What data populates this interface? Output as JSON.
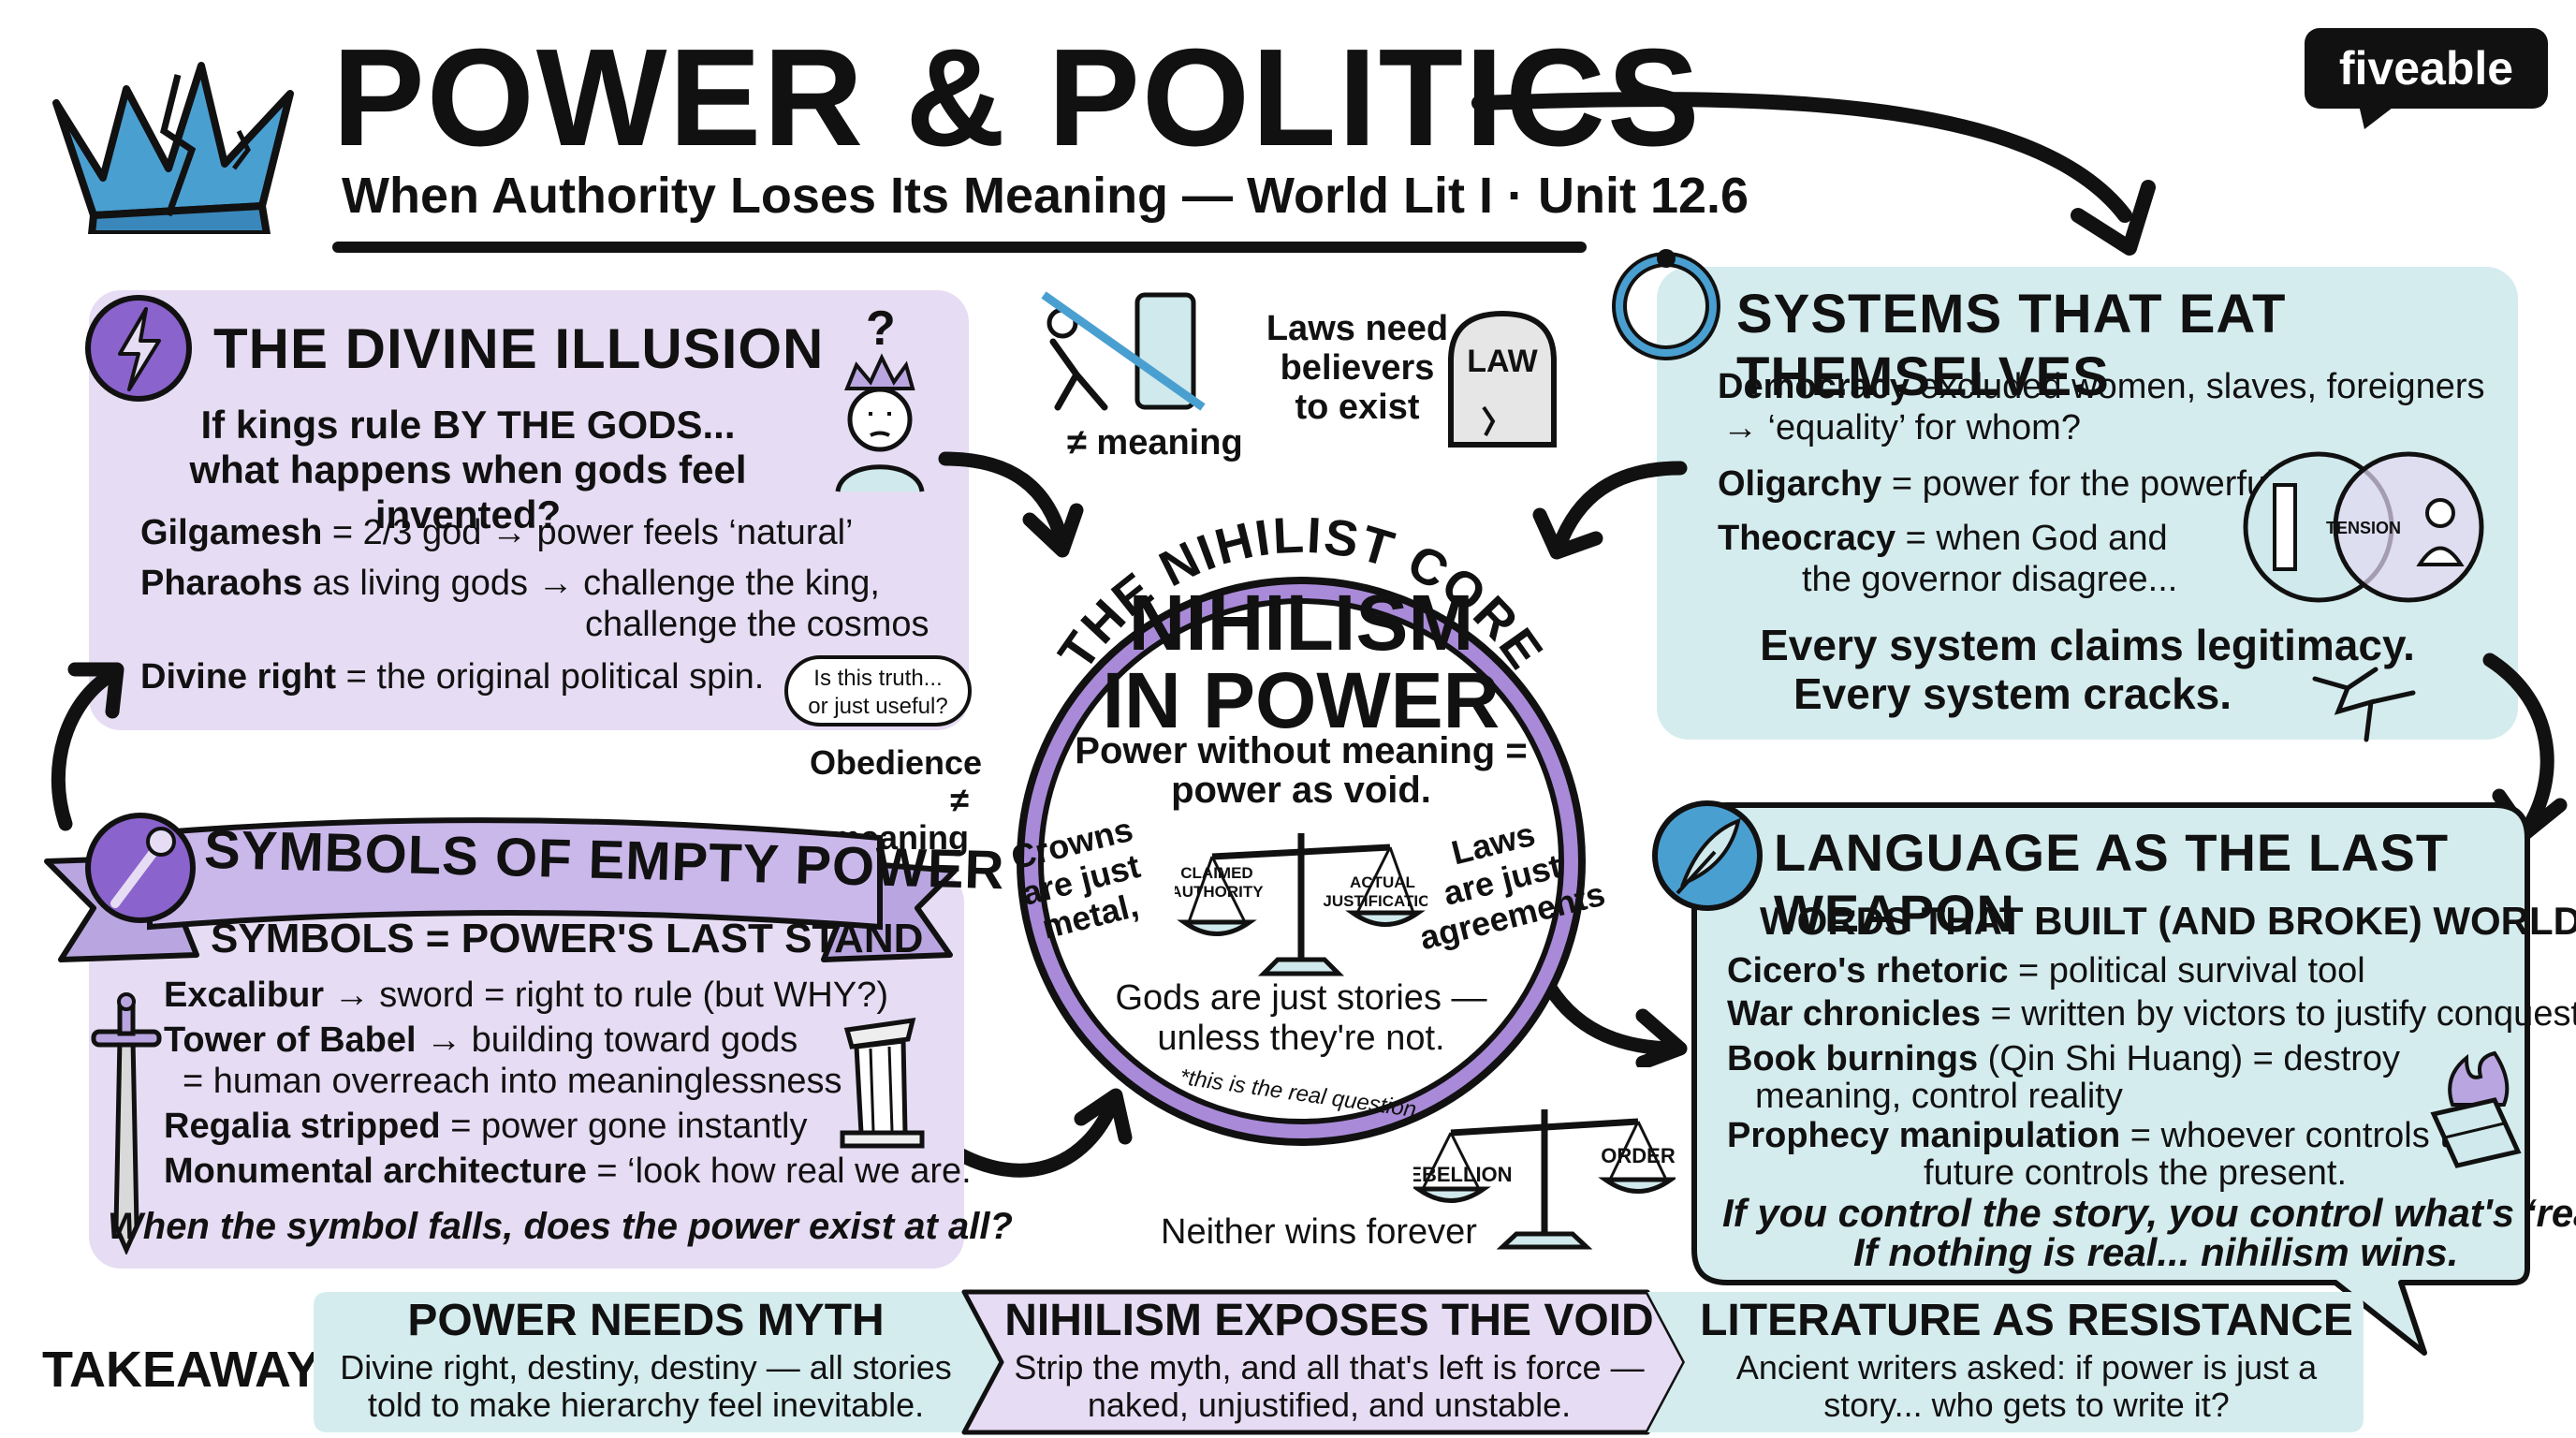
{
  "header": {
    "title": "POWER & POLITICS",
    "subtitle": "When Authority Loses Its Meaning — World Lit I · Unit 12.6",
    "logo": "fiveable"
  },
  "divine": {
    "title": "THE DIVINE ILLUSION",
    "q1": "If kings rule BY THE GODS...",
    "q2": "what happens when gods feel invented?",
    "l1b": "Gilgamesh",
    "l1": " = 2/3 god → power feels ‘natural’",
    "l2b": "Pharaohs",
    "l2": " as living gods → challenge the king,",
    "l2c": "challenge the cosmos",
    "l3b": "Divine right",
    "l3": " = the original political spin.",
    "bubble1": "Is this truth...",
    "bubble2": "or just useful?"
  },
  "middle": {
    "meaning": "≠ meaning",
    "laws1": "Laws need",
    "laws2": "believers",
    "laws3": "to exist",
    "tomb": "LAW",
    "obed1": "Obedience",
    "obed2": "≠ meaning"
  },
  "core": {
    "arc": "THE NIHILIST CORE",
    "t1": "NIHILISM",
    "t2": "IN POWER",
    "s1": "Power without meaning =",
    "s2": "power as void.",
    "crowns1": "Crowns",
    "crowns2": "are just",
    "crowns3": "metal,",
    "laws1": "Laws",
    "laws2": "are just",
    "laws3": "agreements",
    "claimed1": "CLAIMED",
    "claimed2": "AUTHORITY",
    "actual1": "ACTUAL",
    "actual2": "JUSTIFICATION",
    "gods1": "Gods are just stories —",
    "gods2": "unless they're not.",
    "note": "*this is the real question."
  },
  "systems": {
    "title": "SYSTEMS THAT EAT THEMSELVES",
    "d1b": "Democracy",
    "d1": " excluded women, slaves, foreigners",
    "d2": "→ ‘equality’ for whom?",
    "o1b": "Oligarchy",
    "o1": " = power for the powerful",
    "t1b": "Theocracy",
    "t1": " = when God and",
    "t2": "the governor disagree...",
    "venn": "TENSION",
    "c1": "Every system claims legitimacy.",
    "c2": "Every system cracks."
  },
  "symbols": {
    "title": "SYMBOLS OF EMPTY POWER",
    "sub": "SYMBOLS = POWER'S LAST STAND",
    "e1b": "Excalibur",
    "e1": " → sword = right to rule (but WHY?)",
    "e2b": "Tower of Babel",
    "e2": " → building toward gods",
    "e2c": "= human overreach into meaninglessness",
    "e3b": "Regalia stripped",
    "e3": " = power gone instantly",
    "e4b": "Monumental architecture",
    "e4": " = ‘look how real we are.’",
    "q": "When the symbol falls, does the power exist at all?"
  },
  "scale2": {
    "rebellion": "REBELLION",
    "order": "ORDER",
    "caption": "Neither wins forever"
  },
  "language": {
    "title": "LANGUAGE AS THE LAST WEAPON",
    "sub": "WORDS THAT BUILT (AND BROKE) WORLDS",
    "l1b": "Cicero's rhetoric",
    "l1": " = political survival tool",
    "l2b": "War chronicles",
    "l2": " = written by victors to justify conquest",
    "l3b": "Book burnings",
    "l3": " (Qin Shi Huang) = destroy",
    "l3c": "meaning, control reality",
    "l4b": "Prophecy manipulation",
    "l4": " = whoever controls the",
    "l4c": "future controls the present.",
    "q1": "If you control the story, you control what's ‘real.’",
    "q2": "If nothing is real... nihilism wins."
  },
  "takeaway": {
    "label": "TAKEAWAY:",
    "a_title": "POWER NEEDS MYTH",
    "a1": "Divine right, destiny, destiny — all stories",
    "a2": "told to make hierarchy feel inevitable.",
    "b_title": "NIHILISM EXPOSES THE VOID",
    "b1": "Strip the myth, and all that's left is force —",
    "b2": "naked, unjustified, and unstable.",
    "c_title": "LITERATURE AS RESISTANCE",
    "c1": "Ancient writers asked: if power is just a",
    "c2": "story... who gets to write it?"
  },
  "colors": {
    "purple_panel": "#e6dcf3",
    "teal_panel": "#d5ecee",
    "crown_blue": "#4a9fd1",
    "core_ring": "#a98ad8",
    "ink": "#111111"
  }
}
